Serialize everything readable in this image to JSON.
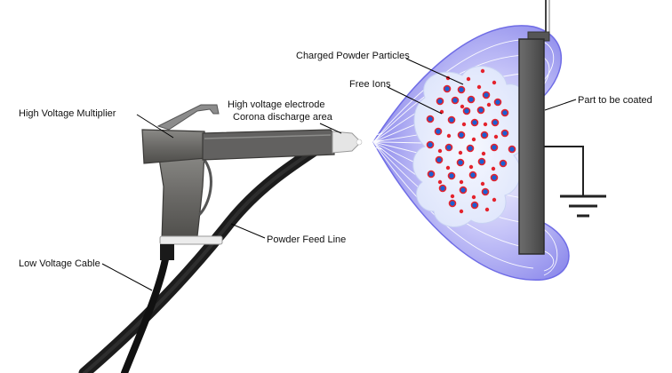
{
  "labels": {
    "multiplier": "High Voltage Multiplier",
    "electrode_line1": "High voltage electrode",
    "electrode_line2": "Corona discharge area",
    "charged_particles": "Charged Powder Particles",
    "free_ions": "Free Ions",
    "part": "Part to be  coated",
    "powder_feed": "Powder Feed Line",
    "low_voltage": "Low Voltage Cable"
  },
  "colors": {
    "field_glow": "#8f8cf0",
    "field_line": "#ffffff",
    "cloud": "#e9efff",
    "particle_core": "#1c5fd1",
    "particle_ring": "#e4232d",
    "ion": "#e4232d",
    "gun_body": "#6b6a67",
    "hose": "#222222",
    "plate": "#5b5b5b"
  }
}
